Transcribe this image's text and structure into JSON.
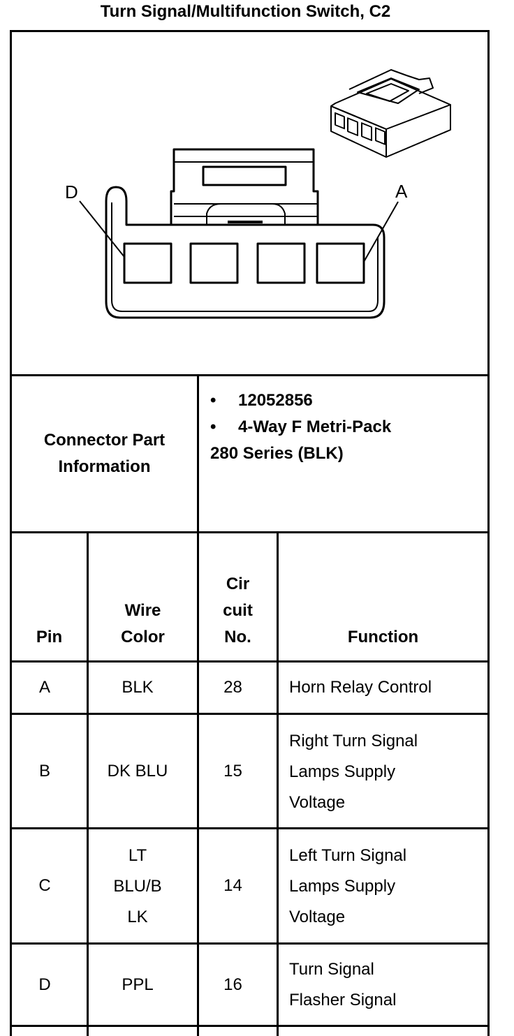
{
  "title": "Turn Signal/Multifunction Switch, C2",
  "diagram": {
    "pin_label_left": "D",
    "pin_label_right": "A"
  },
  "connector_info": {
    "label_line1": "Connector Part",
    "label_line2": "Information",
    "bullet": "•",
    "part_number": "12052856",
    "desc_line1": "4-Way F Metri-Pack",
    "desc_line2": "280 Series (BLK)"
  },
  "table": {
    "headers": {
      "pin": "Pin",
      "wire_color_1": "Wire",
      "wire_color_2": "Color",
      "circuit_1": "Cir",
      "circuit_2": "cuit",
      "circuit_3": "No.",
      "function": "Function"
    },
    "rows": [
      {
        "pin": "A",
        "wire": [
          "BLK"
        ],
        "circuit": "28",
        "function": [
          "Horn Relay Control"
        ]
      },
      {
        "pin": "B",
        "wire": [
          "DK BLU"
        ],
        "circuit": "15",
        "function": [
          "Right Turn Signal",
          "Lamps Supply",
          "Voltage"
        ]
      },
      {
        "pin": "C",
        "wire": [
          "LT",
          "BLU/B",
          "LK"
        ],
        "circuit": "14",
        "function": [
          "Left Turn Signal",
          "Lamps Supply",
          "Voltage"
        ]
      },
      {
        "pin": "D",
        "wire": [
          "PPL"
        ],
        "circuit": "16",
        "function": [
          "Turn Signal",
          "Flasher Signal"
        ]
      }
    ]
  }
}
